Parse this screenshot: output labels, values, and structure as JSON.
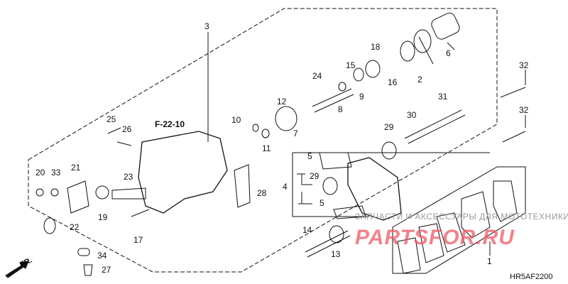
{
  "diagram": {
    "reference_label": "F-22-10",
    "diagram_code": "HR5AF2200",
    "front_indicator": "FR.",
    "part_numbers": [
      "1",
      "2",
      "3",
      "4",
      "5",
      "5",
      "6",
      "7",
      "8",
      "9",
      "10",
      "11",
      "12",
      "13",
      "14",
      "15",
      "16",
      "17",
      "18",
      "19",
      "20",
      "21",
      "22",
      "23",
      "24",
      "25",
      "26",
      "27",
      "28",
      "29",
      "29",
      "30",
      "31",
      "32",
      "32",
      "33",
      "34"
    ]
  },
  "watermark": {
    "line1": "ЗАПЧАСТИ И АКСЕССУАРЫ ДЛЯ МОТОТЕХНИКИ",
    "line2": "PARTSFOR.RU"
  },
  "colors": {
    "line": "#111111",
    "watermark_red": "#eb5a64",
    "watermark_gray": "#9a9a9a"
  }
}
